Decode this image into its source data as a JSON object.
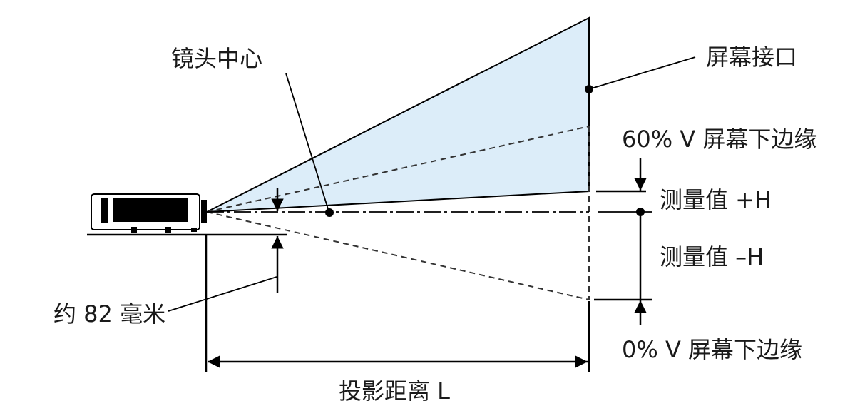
{
  "labels": {
    "lens_center": "镜头中心",
    "screen_interface": "屏幕接口",
    "screen_bottom_60": "60% V 屏幕下边缘",
    "measured_plus_h": "测量值 +H",
    "measured_minus_h": "测量值 –H",
    "screen_bottom_0": "0% V 屏幕下边缘",
    "offset_82mm": "约 82 毫米",
    "throw_distance": "投影距离 L"
  },
  "colors": {
    "projection_fill": "#dcedf9",
    "line": "#000000"
  }
}
